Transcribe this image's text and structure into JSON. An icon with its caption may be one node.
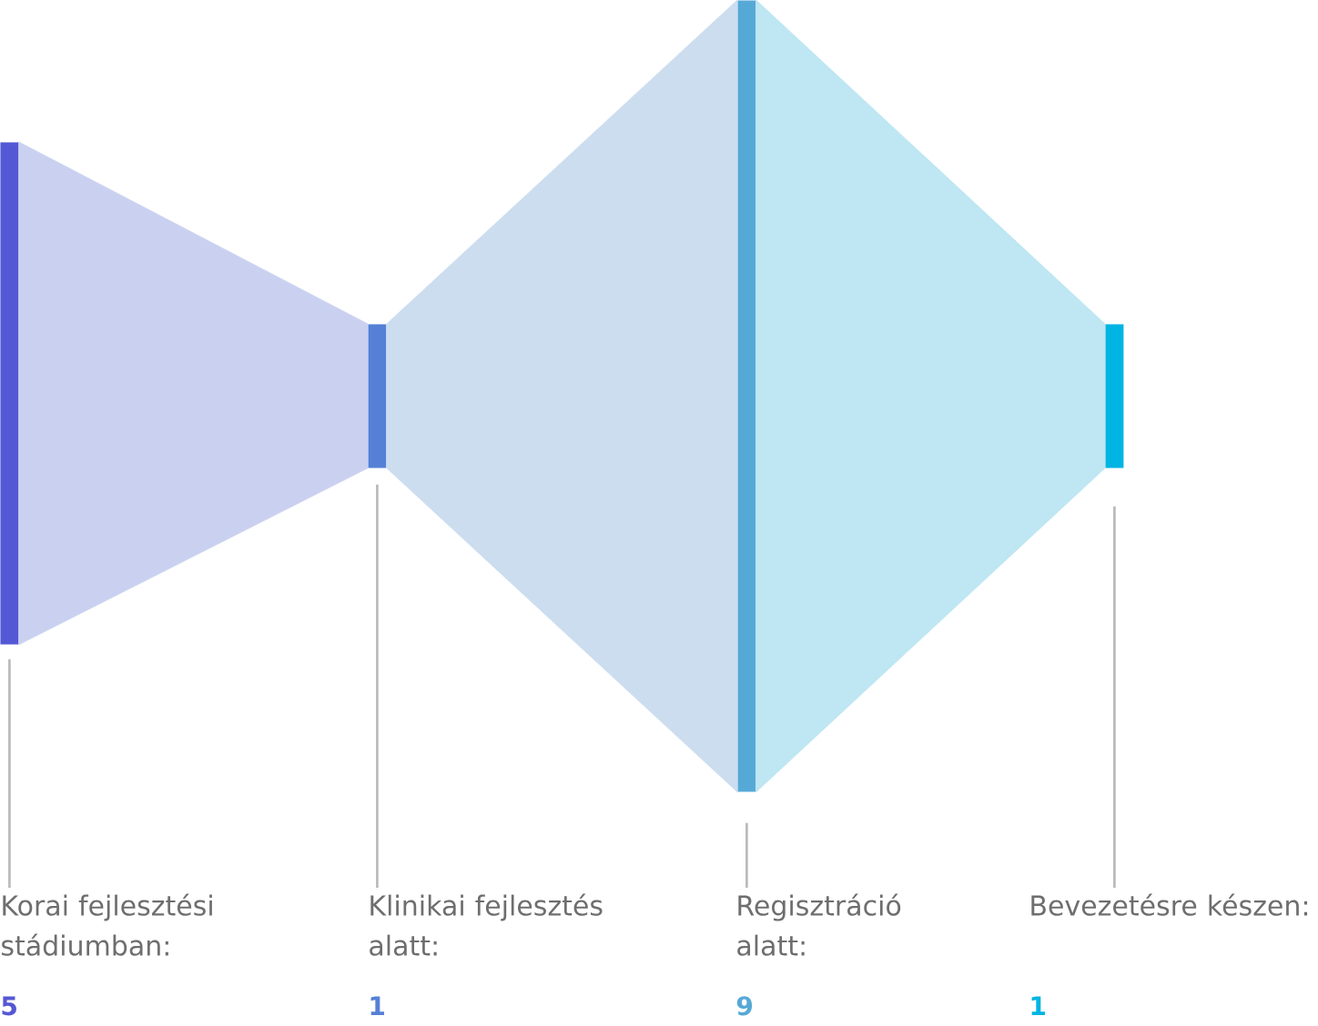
{
  "diagram": {
    "nodes": [
      {
        "text": [],
        "shape": "bar"
      },
      {
        "text": [],
        "shape": "bar"
      },
      {
        "text": [],
        "shape": "bar"
      },
      {
        "text": [],
        "shape": "bar"
      },
      {
        "text": [
          "Korai fejlesztési stádiumban:",
          "5"
        ]
      },
      {
        "text": [
          "Klinikai fejlesztés alatt:",
          "1"
        ]
      },
      {
        "text": [
          "Regisztráció alatt:",
          "9"
        ]
      },
      {
        "text": [
          "Bevezetésre készen:",
          "1"
        ]
      }
    ],
    "edges": [
      {
        "from": 0,
        "to": 1,
        "arrow": "none"
      },
      {
        "from": 1,
        "to": 2,
        "arrow": "none"
      },
      {
        "from": 2,
        "to": 3,
        "arrow": "none"
      },
      {
        "from": 4,
        "to": 0,
        "arrow": "none"
      },
      {
        "from": 5,
        "to": 1,
        "arrow": "none"
      },
      {
        "from": 6,
        "to": 2,
        "arrow": "none"
      },
      {
        "from": 7,
        "to": 3,
        "arrow": "none"
      }
    ]
  }
}
